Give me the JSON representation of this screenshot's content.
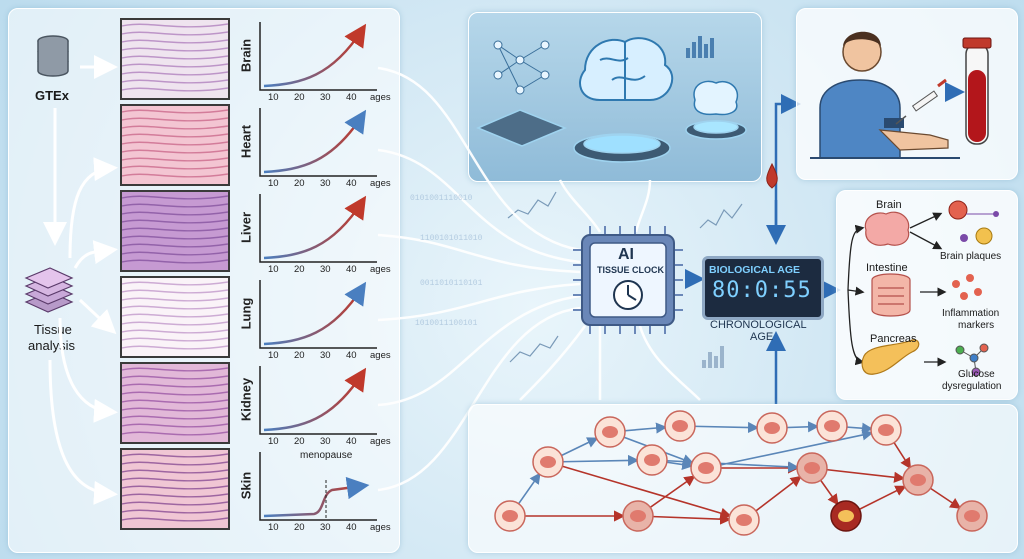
{
  "sources": {
    "gtex": "GTEx",
    "tissue_line1": "Tissue",
    "tissue_line2": "analysis"
  },
  "tissues": [
    {
      "name": "Brain",
      "ticks": [
        "10",
        "20",
        "30",
        "40",
        "ages"
      ]
    },
    {
      "name": "Heart",
      "ticks": [
        "10",
        "20",
        "30",
        "40",
        "ages"
      ]
    },
    {
      "name": "Liver",
      "ticks": [
        "10",
        "20",
        "30",
        "40",
        "ages"
      ]
    },
    {
      "name": "Lung",
      "ticks": [
        "10",
        "20",
        "30",
        "40",
        "ages"
      ]
    },
    {
      "name": "Kidney",
      "ticks": [
        "10",
        "20",
        "30",
        "40",
        "ages"
      ]
    },
    {
      "name": "Skin",
      "ticks": [
        "10",
        "20",
        "30",
        "40",
        "ages"
      ],
      "annotation": "menopause"
    }
  ],
  "chip": {
    "title": "AI",
    "subtitle": "TISSUE CLOCK"
  },
  "age_display": {
    "label": "BIOLOGICAL AGE",
    "digits": "80:0:55",
    "sub_line1": "CHRONOLOGICAL",
    "sub_line2": "AGE"
  },
  "organ_effects": [
    {
      "organ": "Brain",
      "effect": "Brain plaques"
    },
    {
      "organ": "Intestine",
      "effect_line1": "Inflammation",
      "effect_line2": "markers"
    },
    {
      "organ": "Pancreas",
      "effect_line1": "Glucose",
      "effect_line2": "dysregulation"
    }
  ],
  "colors": {
    "accent": "#2f6db5",
    "curve_start": "#4a7fc0",
    "curve_end": "#c0392b",
    "chip": "#6a87b8",
    "lcd": "#1c2b40",
    "lcd_text": "#7fd0ff"
  }
}
